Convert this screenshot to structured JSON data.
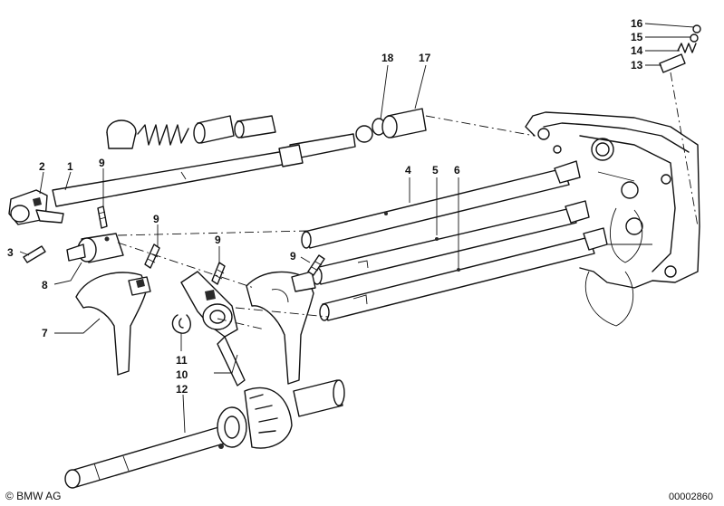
{
  "copyright": "© BMW AG",
  "diagram_id": "00002860",
  "callouts": [
    {
      "key": "c1",
      "text": "1"
    },
    {
      "key": "c2",
      "text": "2"
    },
    {
      "key": "c3",
      "text": "3"
    },
    {
      "key": "c4",
      "text": "4"
    },
    {
      "key": "c5",
      "text": "5"
    },
    {
      "key": "c6",
      "text": "6"
    },
    {
      "key": "c7",
      "text": "7"
    },
    {
      "key": "c8",
      "text": "8"
    },
    {
      "key": "c9a",
      "text": "9"
    },
    {
      "key": "c9b",
      "text": "9"
    },
    {
      "key": "c9c",
      "text": "9"
    },
    {
      "key": "c9d",
      "text": "9"
    },
    {
      "key": "c10",
      "text": "10"
    },
    {
      "key": "c11",
      "text": "11"
    },
    {
      "key": "c12",
      "text": "12"
    },
    {
      "key": "c13",
      "text": "13"
    },
    {
      "key": "c14",
      "text": "14"
    },
    {
      "key": "c15",
      "text": "15"
    },
    {
      "key": "c16",
      "text": "16"
    },
    {
      "key": "c17",
      "text": "17"
    },
    {
      "key": "c18",
      "text": "18"
    }
  ]
}
